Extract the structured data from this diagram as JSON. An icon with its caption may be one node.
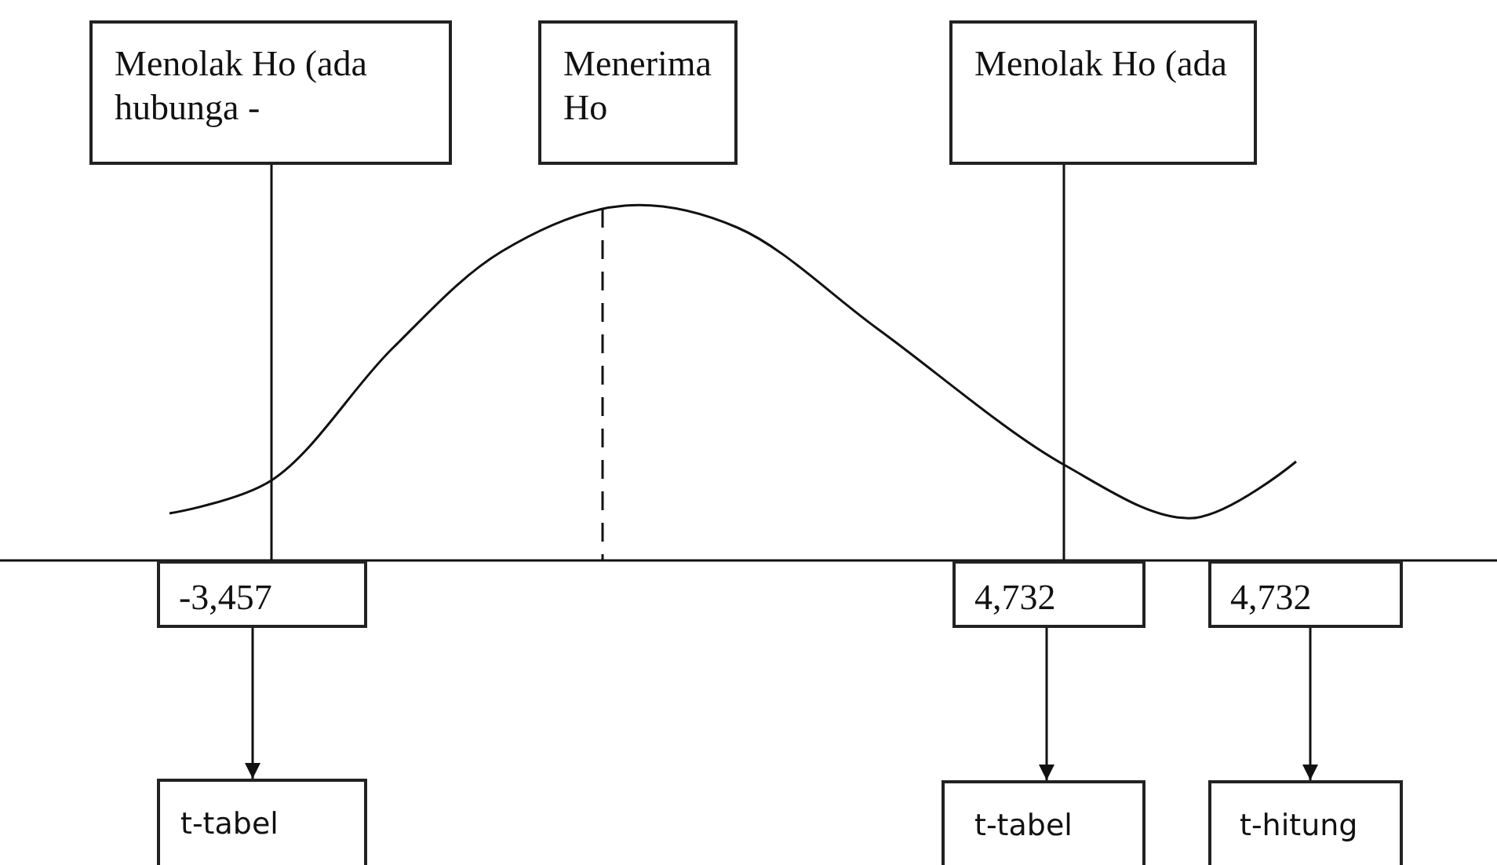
{
  "diagram": {
    "nodes": [
      {
        "text": [
          "Menolak Ho (ada hubunga -"
        ]
      },
      {
        "text": [
          "Menerima Ho"
        ]
      },
      {
        "text": [
          "Menolak Ho (ada"
        ]
      },
      {
        "text": [
          "-3,457"
        ]
      },
      {
        "text": [
          "4,732"
        ]
      },
      {
        "text": [
          "4,732"
        ]
      },
      {
        "text": [
          "t-tabel"
        ]
      },
      {
        "text": [
          "t-tabel"
        ]
      },
      {
        "text": [
          "t-hitung"
        ]
      }
    ],
    "edges": [
      {
        "from": 0,
        "to": 3,
        "arrow": "none"
      },
      {
        "from": 2,
        "to": 4,
        "arrow": "none"
      },
      {
        "from": 3,
        "to": 6,
        "arrow": "to"
      },
      {
        "from": 4,
        "to": 7,
        "arrow": "to"
      },
      {
        "from": 5,
        "to": 8,
        "arrow": "to"
      }
    ]
  }
}
